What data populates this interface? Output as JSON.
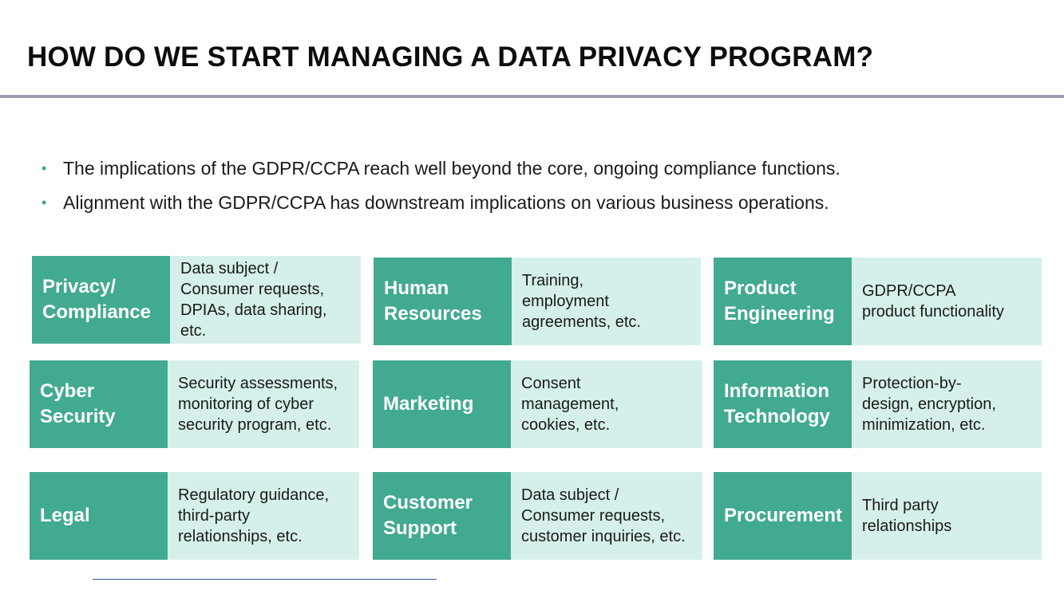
{
  "title": "HOW DO WE START MANAGING A DATA PRIVACY PROGRAM?",
  "bullets": [
    "The implications of the GDPR/CCPA reach well beyond the core, ongoing compliance functions.",
    "Alignment with the GDPR/CCPA has downstream implications on various business operations."
  ],
  "bullet_marker": "•",
  "colors": {
    "accent": "#42aa90",
    "card_background": "#d5f0ea",
    "rule": "#9a9eae"
  },
  "cards": [
    {
      "heading": "Privacy/\nCompliance",
      "description": "Data subject /\nConsumer requests,\nDPIAs, data sharing,\netc."
    },
    {
      "heading": "Human\nResources",
      "description": "Training,\nemployment\nagreements, etc."
    },
    {
      "heading": "Product\nEngineering",
      "description": "GDPR/CCPA\nproduct functionality"
    },
    {
      "heading": "Cyber\nSecurity",
      "description": "Security assessments,\nmonitoring of cyber\nsecurity program, etc."
    },
    {
      "heading": "Marketing",
      "description": "Consent\nmanagement,\ncookies, etc."
    },
    {
      "heading": "Information\nTechnology",
      "description": "Protection-by-\ndesign, encryption,\nminimization, etc."
    },
    {
      "heading": "Legal",
      "description": "Regulatory guidance,\nthird-party\nrelationships, etc."
    },
    {
      "heading": "Customer\nSupport",
      "description": "Data subject /\nConsumer requests,\ncustomer inquiries, etc."
    },
    {
      "heading": "Procurement",
      "description": "Third party\nrelationships"
    }
  ]
}
